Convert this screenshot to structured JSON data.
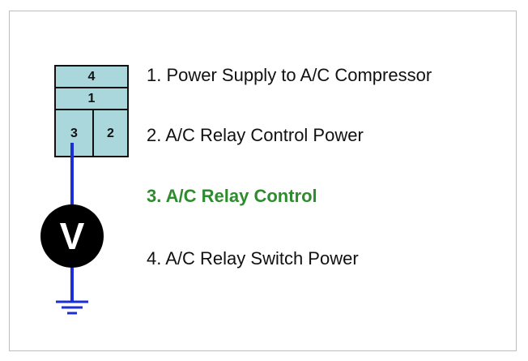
{
  "connector": {
    "pins": {
      "top": "4",
      "middle": "1",
      "bottom_left": "3",
      "bottom_right": "2"
    },
    "fill_color": "#a9d7dc"
  },
  "meter": {
    "letter": "V",
    "icon": "voltmeter-icon"
  },
  "ground": {
    "icon": "ground-symbol-icon"
  },
  "wire_color": "#1c2fd6",
  "highlight_color": "#2e8b2e",
  "legend": {
    "items": [
      {
        "text": "1. Power Supply to A/C Compressor",
        "highlighted": false
      },
      {
        "text": "2. A/C Relay Control Power",
        "highlighted": false
      },
      {
        "text": "3. A/C Relay Control",
        "highlighted": true
      },
      {
        "text": "4. A/C Relay Switch Power",
        "highlighted": false
      }
    ]
  }
}
